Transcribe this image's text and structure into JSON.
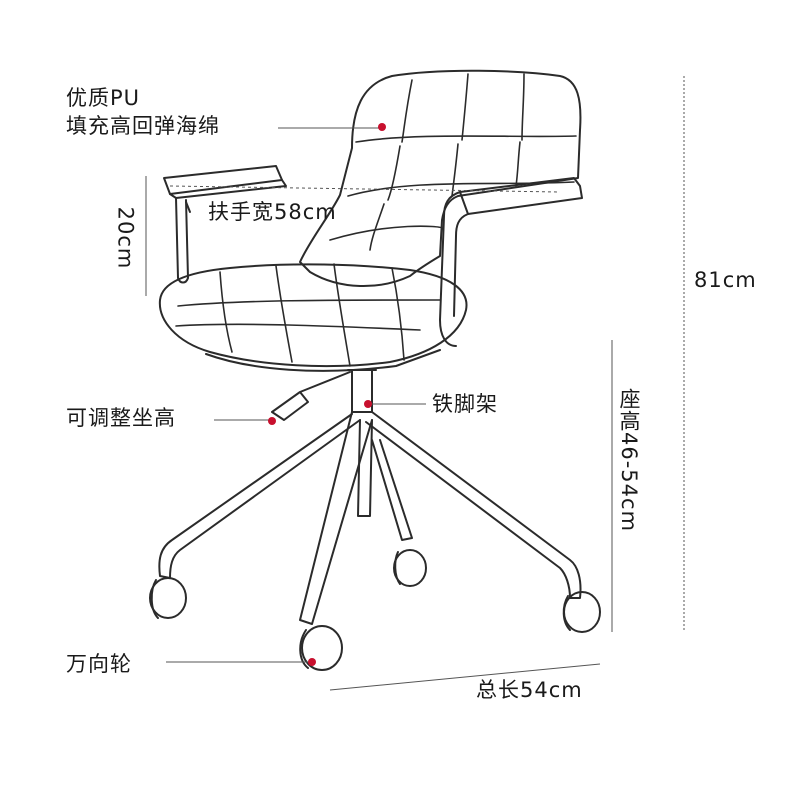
{
  "labels": {
    "cushion_line1": "优质PU",
    "cushion_line2": "填充高回弹海绵",
    "armrest_width": "扶手宽58cm",
    "armrest_height": "20cm",
    "total_height": "81cm",
    "iron_base": "铁脚架",
    "adjustable_height": "可调整坐高",
    "seat_height": "座高46-54cm",
    "casters": "万向轮",
    "total_length": "总长54cm"
  },
  "colors": {
    "marker": "#c8102e",
    "line": "#333333",
    "text": "#1a1a1a"
  }
}
